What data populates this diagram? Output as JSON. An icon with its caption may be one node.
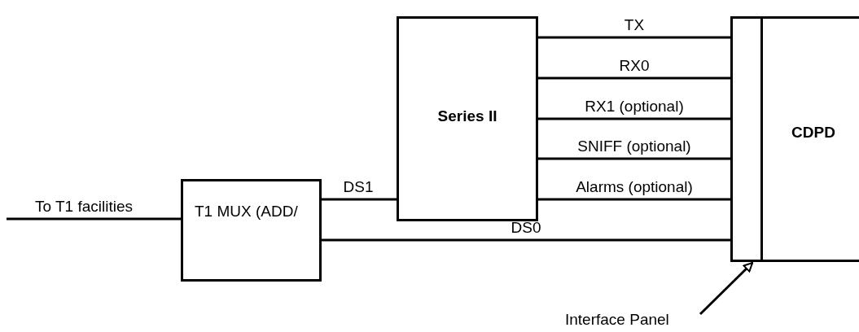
{
  "diagram": {
    "nodes": [
      {
        "text": [
          "T1 MUX (ADD/"
        ]
      },
      {
        "text": [
          "Series II"
        ]
      },
      {
        "text": [],
        "shape": "box"
      },
      {
        "text": [
          "CDPD"
        ]
      },
      {
        "text": [
          "Interface Panel"
        ]
      }
    ],
    "edges": [
      {
        "from": null,
        "to": 0,
        "arrow": "none",
        "label": "To T1 facilities"
      },
      {
        "from": 0,
        "to": 1,
        "arrow": "none",
        "label": "DS1"
      },
      {
        "from": 1,
        "to": 2,
        "arrow": "none",
        "label": "TX"
      },
      {
        "from": 1,
        "to": 2,
        "arrow": "none",
        "label": "RX0"
      },
      {
        "from": 1,
        "to": 2,
        "arrow": "none",
        "label": "RX1 (optional)"
      },
      {
        "from": 1,
        "to": 2,
        "arrow": "none",
        "label": "SNIFF (optional)"
      },
      {
        "from": 1,
        "to": 2,
        "arrow": "none",
        "label": "Alarms (optional)"
      },
      {
        "from": 0,
        "to": 2,
        "arrow": "none",
        "label": "DS0"
      },
      {
        "from": 4,
        "to": 2,
        "arrow": "to"
      }
    ]
  }
}
